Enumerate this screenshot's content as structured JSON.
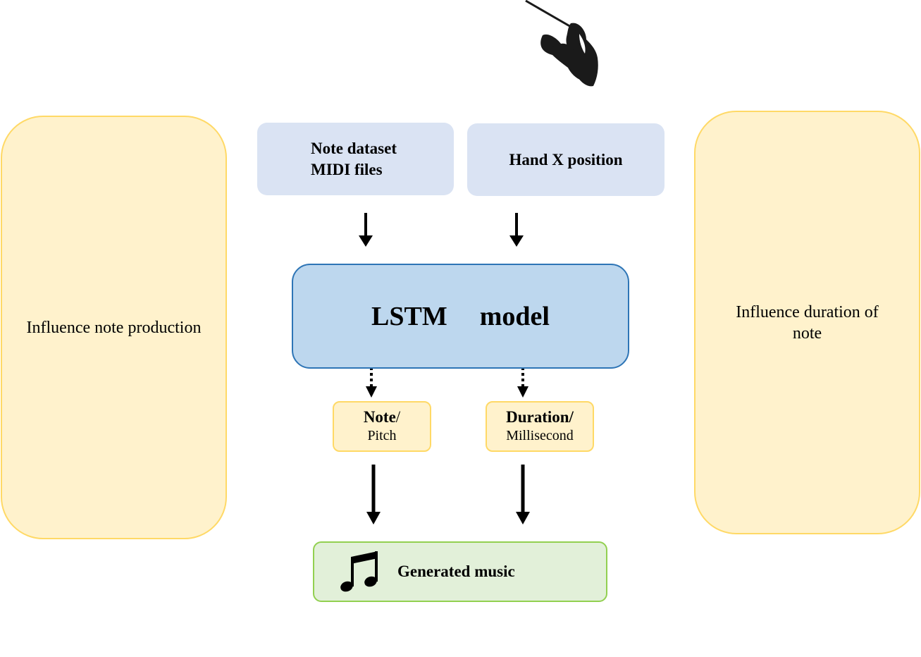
{
  "side_left": {
    "label": "Influence note production"
  },
  "side_right": {
    "label": "Influence duration of note"
  },
  "inputs": {
    "dataset": {
      "line1": "Note dataset",
      "line2": "MIDI files"
    },
    "hand": {
      "label": "Hand X position"
    }
  },
  "model": {
    "word1": "LSTM",
    "word2": "model"
  },
  "outputs": {
    "note": {
      "main": "Note",
      "slash": "/",
      "sub": "Pitch"
    },
    "duration": {
      "main": "Duration",
      "slash": "/",
      "sub": "Millisecond"
    }
  },
  "generated": {
    "label": "Generated music"
  },
  "icons": {
    "top": "conductor-hands-icon",
    "music": "music-note-icon"
  },
  "colors": {
    "side_fill": "#fff2cc",
    "side_border": "#ffd966",
    "input_fill": "#dae3f3",
    "model_fill": "#bdd7ee",
    "model_border": "#2e75b6",
    "generated_fill": "#e2f0d9",
    "generated_border": "#92d050"
  }
}
